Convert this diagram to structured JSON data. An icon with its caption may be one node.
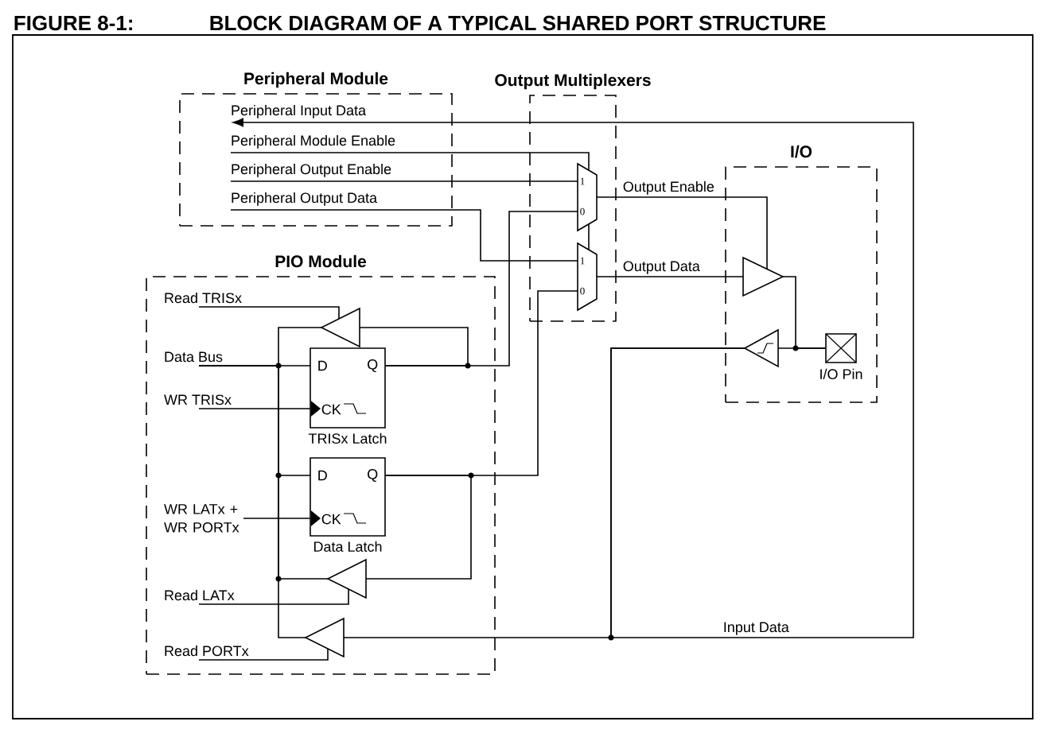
{
  "diagram": {
    "title": "BLOCK DIAGRAM OF A TYPICAL SHARED PORT STRUCTURE",
    "nodes": [
      {
        "text": [
          "Peripheral Module"
        ]
      },
      {
        "text": [
          "Peripheral Input Data"
        ],
        "in": 0
      },
      {
        "text": [
          "Peripheral Module Enable"
        ],
        "in": 0
      },
      {
        "text": [
          "Peripheral Output Enable"
        ],
        "in": 0
      },
      {
        "text": [
          "Peripheral Output Data"
        ],
        "in": 0
      },
      {
        "text": [
          "Output Multiplexers"
        ]
      },
      {
        "text": [
          "1",
          "0"
        ],
        "in": 5
      },
      {
        "text": [
          "1",
          "0"
        ],
        "in": 5
      },
      {
        "text": [
          "I/O"
        ]
      },
      {
        "text": [],
        "shape": "triangle",
        "in": 8
      },
      {
        "text": [],
        "shape": "triangle",
        "in": 8
      },
      {
        "text": [],
        "shape": "box",
        "beside": [
          "I/O Pin"
        ],
        "in": 8
      },
      {
        "text": [
          "PIO Module"
        ]
      },
      {
        "text": [
          "Read TRISx"
        ],
        "in": 12
      },
      {
        "text": [],
        "shape": "triangle",
        "in": 12
      },
      {
        "text": [
          "Data Bus"
        ],
        "in": 12
      },
      {
        "text": [
          "D",
          "Q",
          "CK"
        ],
        "beside": [
          "TRISx Latch"
        ],
        "in": 12
      },
      {
        "text": [
          "WR TRISx"
        ],
        "in": 12
      },
      {
        "text": [
          "WR LATx + WR PORTx"
        ],
        "in": 12
      },
      {
        "text": [
          "D",
          "Q",
          "CK"
        ],
        "beside": [
          "Data Latch"
        ],
        "in": 12
      },
      {
        "text": [],
        "shape": "triangle",
        "in": 12
      },
      {
        "text": [
          "Read LATx"
        ],
        "in": 12
      },
      {
        "text": [],
        "shape": "triangle",
        "in": 12
      },
      {
        "text": [
          "Read PORTx"
        ],
        "in": 12
      }
    ],
    "edges": [
      {
        "from": 2,
        "to": 6,
        "arrow": "none"
      },
      {
        "from": 6,
        "to": 7,
        "arrow": "none"
      },
      {
        "from": 3,
        "to": 6,
        "arrow": "none"
      },
      {
        "from": 4,
        "to": 7,
        "arrow": "none"
      },
      {
        "from": 16,
        "to": 6,
        "arrow": "none"
      },
      {
        "from": 19,
        "to": 7,
        "arrow": "none"
      },
      {
        "from": 6,
        "to": 9,
        "arrow": "none",
        "label": "Output Enable"
      },
      {
        "from": 7,
        "to": 9,
        "arrow": "none",
        "label": "Output Data"
      },
      {
        "from": 9,
        "to": 11,
        "arrow": "none"
      },
      {
        "from": 11,
        "to": 10,
        "arrow": "none"
      },
      {
        "from": 10,
        "to": 1,
        "arrow": "to",
        "label": "Input Data"
      },
      {
        "from": 10,
        "to": 22,
        "arrow": "none"
      },
      {
        "from": 13,
        "to": 14,
        "arrow": "none"
      },
      {
        "from": 16,
        "to": 14,
        "arrow": "none"
      },
      {
        "from": 15,
        "to": 16,
        "arrow": "none"
      },
      {
        "from": 15,
        "to": 19,
        "arrow": "none"
      },
      {
        "from": 14,
        "to": 15,
        "arrow": "none"
      },
      {
        "from": 17,
        "to": 16,
        "arrow": "none"
      },
      {
        "from": 18,
        "to": 19,
        "arrow": "none"
      },
      {
        "from": 19,
        "to": 20,
        "arrow": "none"
      },
      {
        "from": 21,
        "to": 20,
        "arrow": "none"
      },
      {
        "from": 20,
        "to": 15,
        "arrow": "none"
      },
      {
        "from": 22,
        "to": 15,
        "arrow": "none"
      },
      {
        "from": 23,
        "to": 22,
        "arrow": "none"
      }
    ],
    "labels": [
      "FIGURE 8-1:"
    ]
  }
}
